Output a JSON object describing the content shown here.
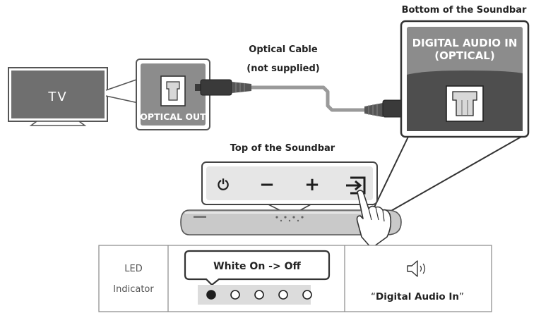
{
  "labels": {
    "bottom_of_soundbar": "Bottom of the Soundbar",
    "optical_cable_line1": "Optical Cable",
    "optical_cable_line2": "(not supplied)",
    "top_of_soundbar": "Top of the Soundbar",
    "tv": "TV",
    "optical_out": "OPTICAL OUT",
    "digital_audio_in_line1": "DIGITAL AUDIO IN",
    "digital_audio_in_line2": "(OPTICAL)"
  },
  "buttons": [
    {
      "name": "power",
      "glyph": "⏻"
    },
    {
      "name": "volume-down",
      "glyph": "−"
    },
    {
      "name": "volume-up",
      "glyph": "+"
    },
    {
      "name": "source",
      "glyph": "⇥"
    }
  ],
  "table": {
    "col1_line1": "LED",
    "col1_line2": "Indicator",
    "led_bubble": "White On -> Off",
    "led_states": [
      "on",
      "off",
      "off",
      "off",
      "off"
    ],
    "voice_quote_open": "“",
    "voice_text": "Digital Audio In",
    "voice_quote_close": "”"
  },
  "colors": {
    "tv_panel": "#6f6f6f",
    "cable": "#9a9a9a",
    "connector": "#3a3a3a",
    "port_panel": "#8c8c8c",
    "button_bar": "#e6e6e6",
    "soundbar": "#c9c9c9",
    "led_strip": "#dcdcdc"
  },
  "icons": {
    "speaker": "speaker-icon"
  }
}
